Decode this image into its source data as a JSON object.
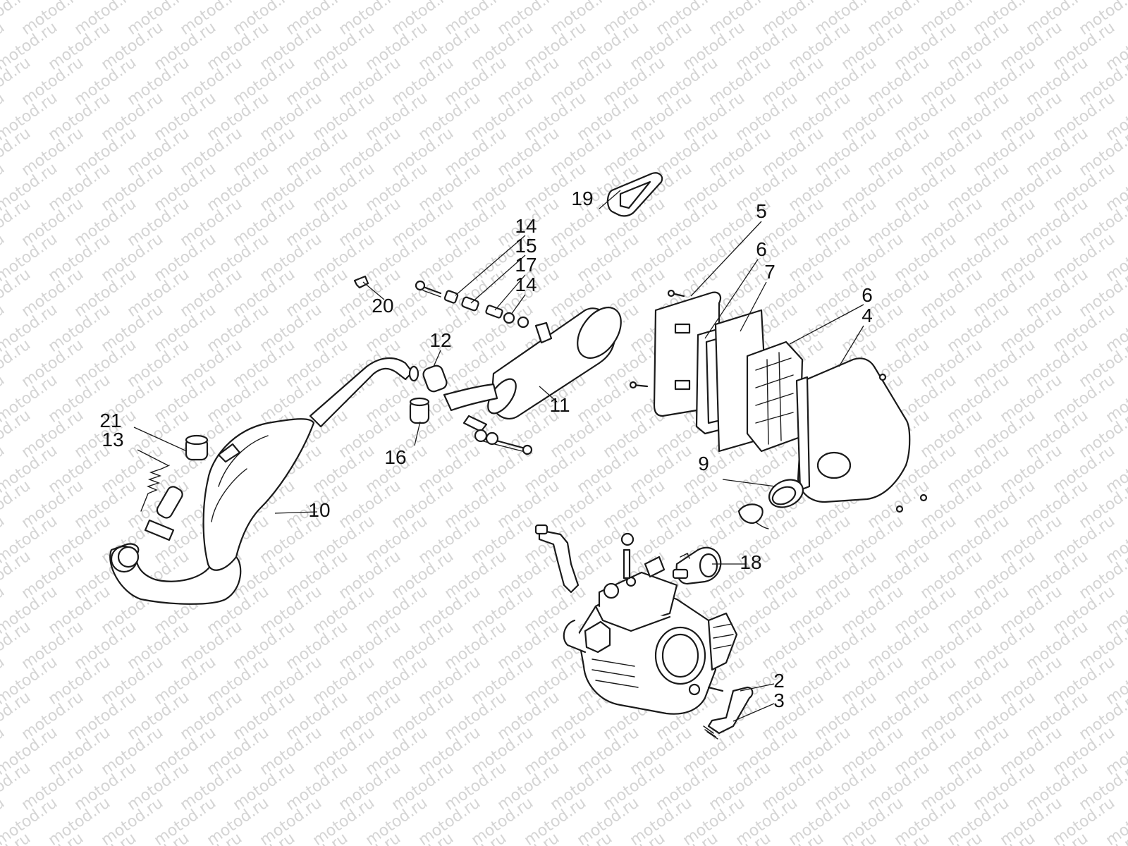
{
  "watermark": {
    "text": "motod.ru",
    "color": "#d4d4d4"
  },
  "diagram": {
    "type": "exploded-parts-diagram",
    "line_color": "#1a1a1a",
    "callouts": [
      "19",
      "5",
      "6",
      "7",
      "6",
      "4",
      "14",
      "15",
      "17",
      "14",
      "20",
      "12",
      "11",
      "16",
      "21",
      "13",
      "10",
      "9",
      "18",
      "2",
      "3"
    ]
  }
}
